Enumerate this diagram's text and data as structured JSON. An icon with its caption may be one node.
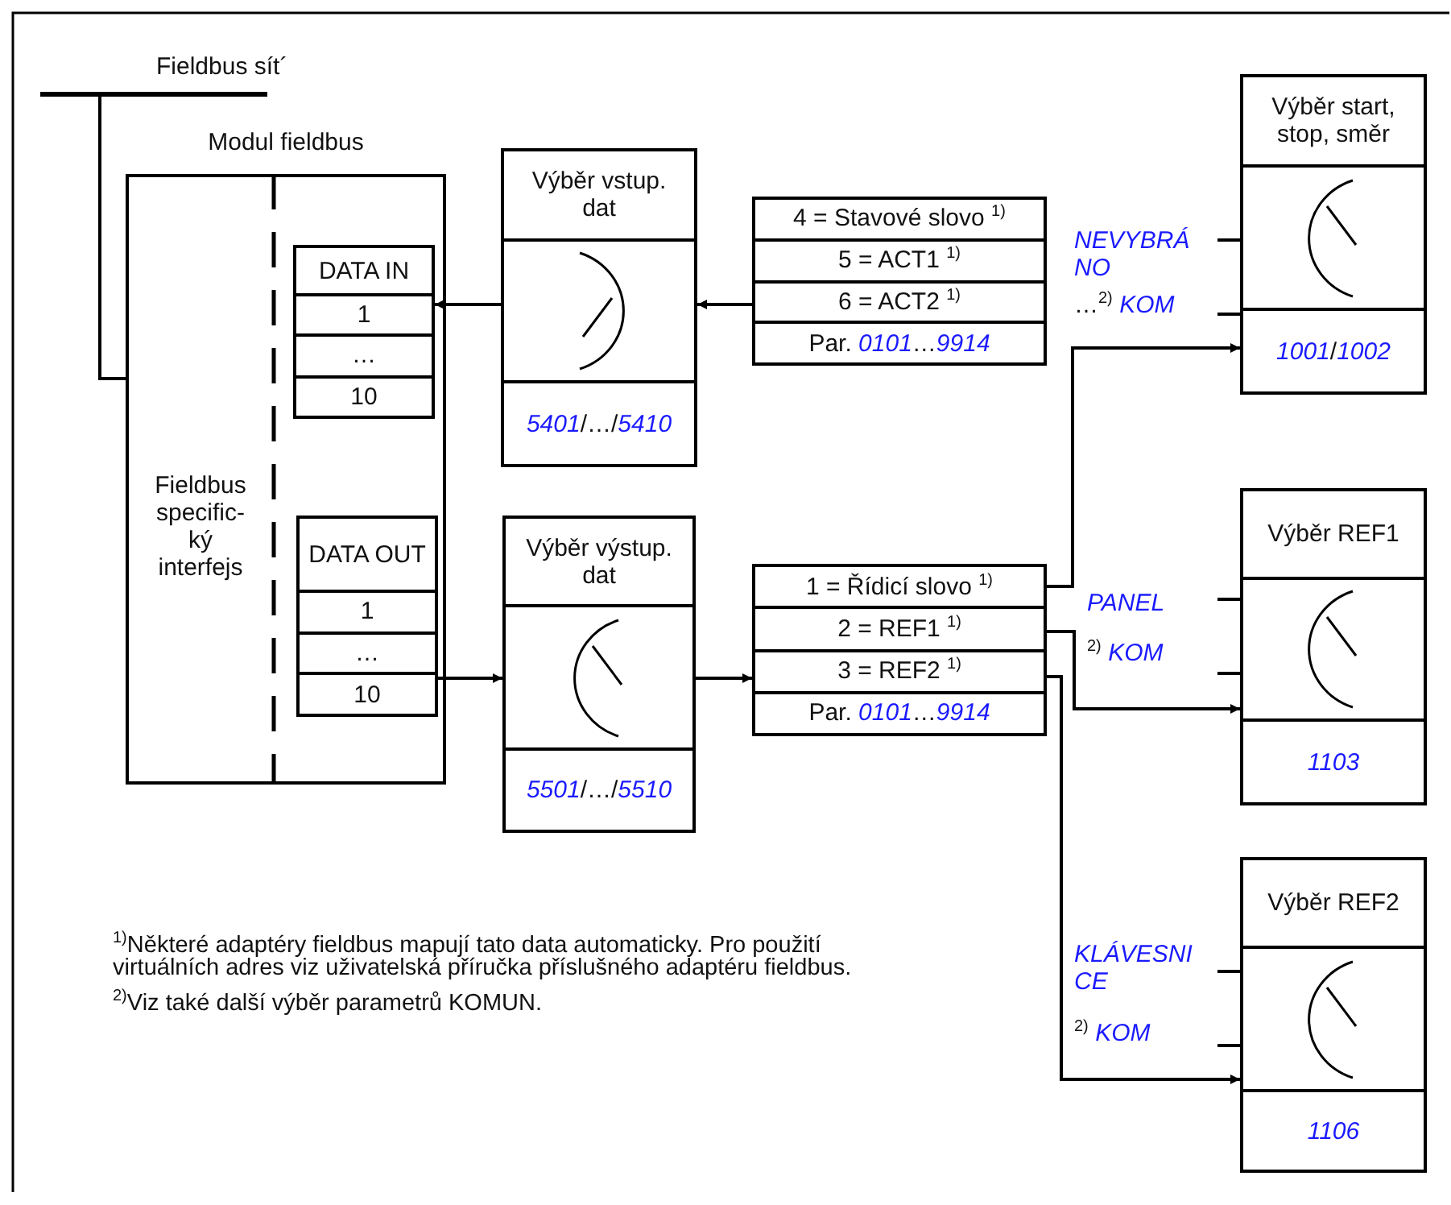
{
  "diagram": {
    "nodes": [
      {
        "text": [
          "Fieldbus sít´"
        ]
      },
      {
        "text": [
          "Modul fieldbus"
        ]
      },
      {
        "text": [
          "Fieldbus specific- ký interfejs"
        ],
        "in": 1
      },
      {
        "text": [
          "DATA IN",
          "1",
          "…",
          "10"
        ],
        "in": 1
      },
      {
        "text": [
          "DATA OUT",
          "1",
          "…",
          "10"
        ],
        "in": 1
      },
      {
        "text": [
          "Výběr vstup. dat",
          "*5401*/…/*5410*"
        ]
      },
      {
        "text": [
          "4 = Stavové slovo $^{1)}$",
          "5 = ACT1 $^{1)}$",
          "6 = ACT2 $^{1)}$",
          "Par. *0101*…*9914*"
        ]
      },
      {
        "text": [
          "Výběr výstup. dat",
          "*5501*/…/*5510*"
        ]
      },
      {
        "text": [
          "1 = Řídicí slovo $^{1)}$",
          "2 = REF1 $^{1)}$",
          "3 = REF2 $^{1)}$",
          "Par. *0101*…*9914*"
        ]
      },
      {
        "text": [
          "Výběr start, stop, směr",
          "*1001*/*1002*"
        ],
        "beside": [
          "NEVYBRÁNO",
          "…$^{2)}$ *KOM*"
        ]
      },
      {
        "text": [
          "Výběr REF1",
          "1103"
        ],
        "beside": [
          "PANEL",
          "$^{2)}$ *KOM*"
        ]
      },
      {
        "text": [
          "Výběr REF2",
          "1106"
        ],
        "beside": [
          "KLÁVESNICE",
          "$^{2)}$ *KOM*"
        ]
      }
    ],
    "edges": [
      {
        "from": 0,
        "to": 2,
        "arrow": "none"
      },
      {
        "from": 5,
        "to": 3,
        "arrow": "to"
      },
      {
        "from": 6,
        "to": 5,
        "arrow": "to"
      },
      {
        "from": 4,
        "to": 7,
        "arrow": "to"
      },
      {
        "from": 7,
        "to": 8,
        "arrow": "to"
      },
      {
        "from": 8,
        "to": 9,
        "arrow": "to"
      },
      {
        "from": 8,
        "to": 10,
        "arrow": "to"
      },
      {
        "from": 8,
        "to": 11,
        "arrow": "to"
      }
    ],
    "labels": [
      "$^{1)}$Některé adaptéry fieldbus mapují tato data automaticky. Pro použití virtuálních adres viz uživatelská příručka příslušného adaptéru fieldbus.",
      "$^{2)}$Viz také další výběr parametrů KOMUN."
    ]
  }
}
